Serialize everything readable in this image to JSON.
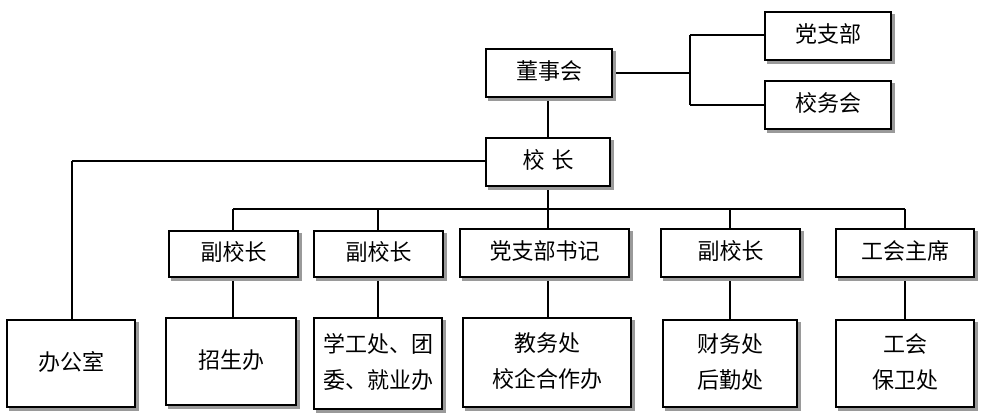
{
  "org_chart": {
    "board": "董事会",
    "party_branch": "党支部",
    "school_affairs_committee": "校务会",
    "principal": "校 长",
    "office": "办公室",
    "vp1": {
      "title": "副校长",
      "dept_lines": [
        "招生办"
      ]
    },
    "vp2": {
      "title": "副校长",
      "dept_lines": [
        "学工处、团",
        "委、就业办"
      ]
    },
    "party_secretary": {
      "title": "党支部书记",
      "dept_lines": [
        "教务处",
        "校企合作办"
      ]
    },
    "vp3": {
      "title": "副校长",
      "dept_lines": [
        "财务处",
        "后勤处"
      ]
    },
    "union_chair": {
      "title": "工会主席",
      "dept_lines": [
        "工会",
        "保卫处"
      ]
    }
  }
}
